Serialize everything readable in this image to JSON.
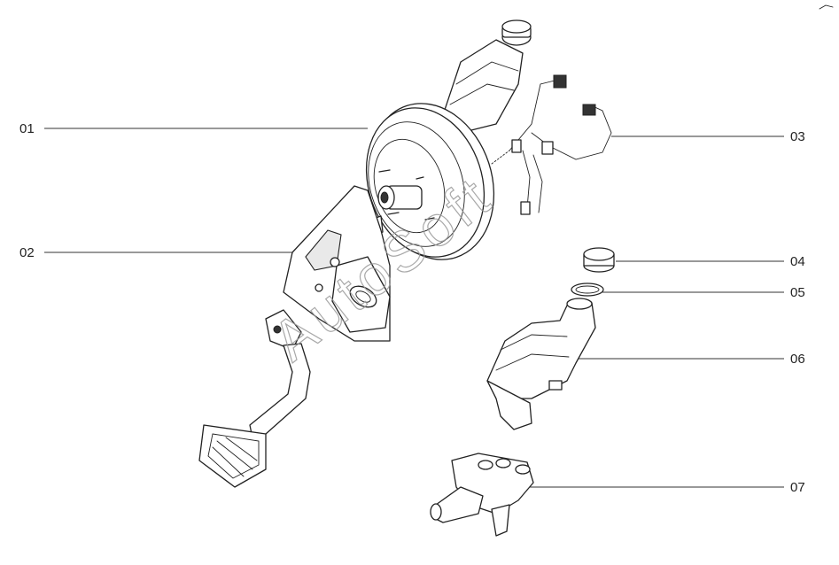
{
  "diagram": {
    "watermark": "AutoSoft",
    "callouts": [
      {
        "id": "01",
        "label": "01"
      },
      {
        "id": "02",
        "label": "02"
      },
      {
        "id": "03",
        "label": "03"
      },
      {
        "id": "04",
        "label": "04"
      },
      {
        "id": "05",
        "label": "05"
      },
      {
        "id": "06",
        "label": "06"
      },
      {
        "id": "07",
        "label": "07"
      }
    ]
  }
}
